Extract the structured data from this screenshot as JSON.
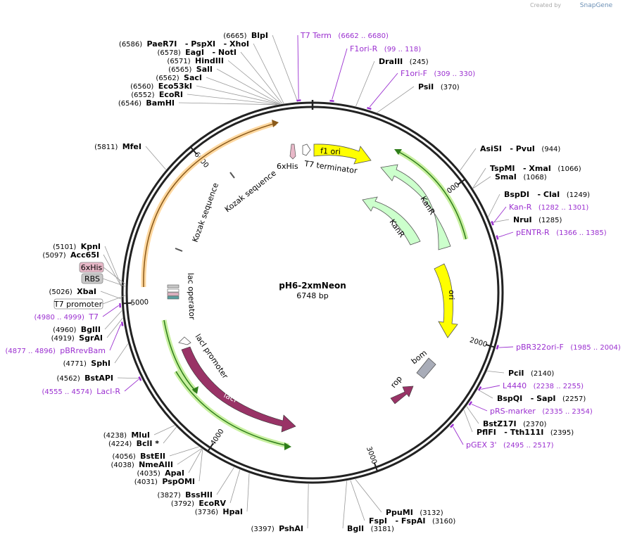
{
  "brand": {
    "created_by": "Created by",
    "name": "SnapGene"
  },
  "plasmid": {
    "name": "pH6-2xmNeon",
    "size": "6748 bp",
    "length": 6748
  },
  "ticks": [
    {
      "value": 1000,
      "label": "1000"
    },
    {
      "value": 2000,
      "label": "2000"
    },
    {
      "value": 3000,
      "label": "3000"
    },
    {
      "value": 4000,
      "label": "4000"
    },
    {
      "value": 5000,
      "label": "5000"
    },
    {
      "value": 6000,
      "label": "6000"
    }
  ],
  "labels": [
    {
      "pos": "(6665)",
      "name": "BlpI",
      "kind": "enzyme",
      "site": 6665
    },
    {
      "pos": "(6586)",
      "name": "PaeR7I   - PspXI   - XhoI",
      "kind": "enzyme",
      "site": 6586
    },
    {
      "pos": "(6578)",
      "name": "EagI   - NotI",
      "kind": "enzyme",
      "site": 6578
    },
    {
      "pos": "(6571)",
      "name": "HindIII",
      "kind": "enzyme",
      "site": 6571
    },
    {
      "pos": "(6565)",
      "name": "SalI",
      "kind": "enzyme",
      "site": 6565
    },
    {
      "pos": "(6562)",
      "name": "SacI",
      "kind": "enzyme",
      "site": 6562
    },
    {
      "pos": "(6560)",
      "name": "Eco53kI",
      "kind": "enzyme",
      "site": 6560
    },
    {
      "pos": "(6552)",
      "name": "EcoRI",
      "kind": "enzyme",
      "site": 6552
    },
    {
      "pos": "(6546)",
      "name": "BamHI",
      "kind": "enzyme",
      "site": 6546
    },
    {
      "pos": "(5811)",
      "name": "MfeI",
      "kind": "enzyme",
      "site": 5811
    },
    {
      "pos": "(5101)",
      "name": "KpnI",
      "kind": "enzyme",
      "site": 5101
    },
    {
      "pos": "(5097)",
      "name": "Acc65I",
      "kind": "enzyme",
      "site": 5097
    },
    {
      "pos": "(5026)",
      "name": "XbaI",
      "kind": "enzyme",
      "site": 5026
    },
    {
      "pos": "(4960)",
      "name": "BglII",
      "kind": "enzyme",
      "site": 4960
    },
    {
      "pos": "(4919)",
      "name": "SgrAI",
      "kind": "enzyme",
      "site": 4919
    },
    {
      "pos": "(4771)",
      "name": "SphI",
      "kind": "enzyme",
      "site": 4771
    },
    {
      "pos": "(4562)",
      "name": "BstAPI",
      "kind": "enzyme",
      "site": 4562
    },
    {
      "pos": "(4238)",
      "name": "MluI",
      "kind": "enzyme",
      "site": 4238
    },
    {
      "pos": "(4224)",
      "name": "BclI *",
      "kind": "enzyme",
      "site": 4224
    },
    {
      "pos": "(4056)",
      "name": "BstEII",
      "kind": "enzyme",
      "site": 4056
    },
    {
      "pos": "(4038)",
      "name": "NmeAIII",
      "kind": "enzyme",
      "site": 4038
    },
    {
      "pos": "(4035)",
      "name": "ApaI",
      "kind": "enzyme",
      "site": 4035
    },
    {
      "pos": "(4031)",
      "name": "PspOMI",
      "kind": "enzyme",
      "site": 4031
    },
    {
      "pos": "(3827)",
      "name": "BssHII",
      "kind": "enzyme",
      "site": 3827
    },
    {
      "pos": "(3792)",
      "name": "EcoRV",
      "kind": "enzyme",
      "site": 3792
    },
    {
      "pos": "(3736)",
      "name": "HpaI",
      "kind": "enzyme",
      "site": 3736
    },
    {
      "pos": "(3397)",
      "name": "PshAI",
      "kind": "enzyme",
      "site": 3397
    },
    {
      "pos": "(3181)",
      "name": "BglI",
      "kind": "enzyme",
      "site": 3181
    },
    {
      "pos": "(3160)",
      "name": "FspI   - FspAI",
      "kind": "enzyme",
      "site": 3160
    },
    {
      "pos": "(3132)",
      "name": "PpuMI",
      "kind": "enzyme",
      "site": 3132
    },
    {
      "pos": "(2395)",
      "name": "PflFI   - Tth111I",
      "kind": "enzyme",
      "site": 2395
    },
    {
      "pos": "(2370)",
      "name": "BstZ17I",
      "kind": "enzyme",
      "site": 2370
    },
    {
      "pos": "(2257)",
      "name": "BspQI   - SapI",
      "kind": "enzyme",
      "site": 2257
    },
    {
      "pos": "(2140)",
      "name": "PciI",
      "kind": "enzyme",
      "site": 2140
    },
    {
      "pos": "(1285)",
      "name": "NruI",
      "kind": "enzyme",
      "site": 1285
    },
    {
      "pos": "(1249)",
      "name": "BspDI   - ClaI",
      "kind": "enzyme",
      "site": 1249
    },
    {
      "pos": "(1068)",
      "name": "SmaI",
      "kind": "enzyme",
      "site": 1068
    },
    {
      "pos": "(1066)",
      "name": "TspMI   - XmaI",
      "kind": "enzyme",
      "site": 1066
    },
    {
      "pos": "(944)",
      "name": "AsiSI   - PvuI",
      "kind": "enzyme",
      "site": 944
    },
    {
      "pos": "(370)",
      "name": "PsiI",
      "kind": "enzyme",
      "site": 370
    },
    {
      "pos": "(245)",
      "name": "DraIII",
      "kind": "enzyme",
      "site": 245
    }
  ],
  "primers": [
    {
      "name": "T7 Term",
      "range": "(6662 .. 6680)",
      "site": 6671
    },
    {
      "name": "F1ori-R",
      "range": "(99 .. 118)",
      "site": 108
    },
    {
      "name": "F1ori-F",
      "range": "(309 .. 330)",
      "site": 320
    },
    {
      "name": "Kan-R",
      "range": "(1282 .. 1301)",
      "site": 1291
    },
    {
      "name": "pENTR-R",
      "range": "(1366 .. 1385)",
      "site": 1375
    },
    {
      "name": "pBR322ori-F",
      "range": "(1985 .. 2004)",
      "site": 1995
    },
    {
      "name": "L4440",
      "range": "(2238 .. 2255)",
      "site": 2246
    },
    {
      "name": "pRS-marker",
      "range": "(2335 .. 2354)",
      "site": 2344
    },
    {
      "name": "pGEX 3'",
      "range": "(2495 .. 2517)",
      "site": 2506
    },
    {
      "name": "LacI-R",
      "range": "(4555 .. 4574)",
      "site": 4564
    },
    {
      "name": "pBRrevBam",
      "range": "(4877 .. 4896)",
      "site": 4886
    },
    {
      "name": "T7",
      "range": "(4980 .. 4999)",
      "site": 4990
    }
  ],
  "boxed_features": [
    {
      "name": "6xHis",
      "color": "#e8b8c8"
    },
    {
      "name": "RBS",
      "color": "#c8c8c8"
    },
    {
      "name": "T7 promoter",
      "color": "#ffffff"
    }
  ],
  "features": [
    {
      "name": "f1 ori",
      "color": "#ffff00"
    },
    {
      "name": "KanR",
      "color": "#ccffcc"
    },
    {
      "name": "KanR",
      "color": "#ccffcc"
    },
    {
      "name": "ori",
      "color": "#ffff00"
    },
    {
      "name": "bom",
      "color": "#a8acb8"
    },
    {
      "name": "rop",
      "color": "#993366"
    },
    {
      "name": "lacI",
      "color": "#993366"
    },
    {
      "name": "lacI promoter",
      "color": "#ffffff"
    },
    {
      "name": "lac operator",
      "color": "#ffffff"
    },
    {
      "name": "Kozak sequence",
      "color": "#ffffff"
    },
    {
      "name": "Kozak sequence",
      "color": "#ffffff"
    },
    {
      "name": "6xHis",
      "color": "#e8b8c8"
    },
    {
      "name": "T7 terminator",
      "color": "#ffffff"
    }
  ],
  "colors": {
    "primer": "#9b30d0",
    "backbone": "#222222"
  }
}
